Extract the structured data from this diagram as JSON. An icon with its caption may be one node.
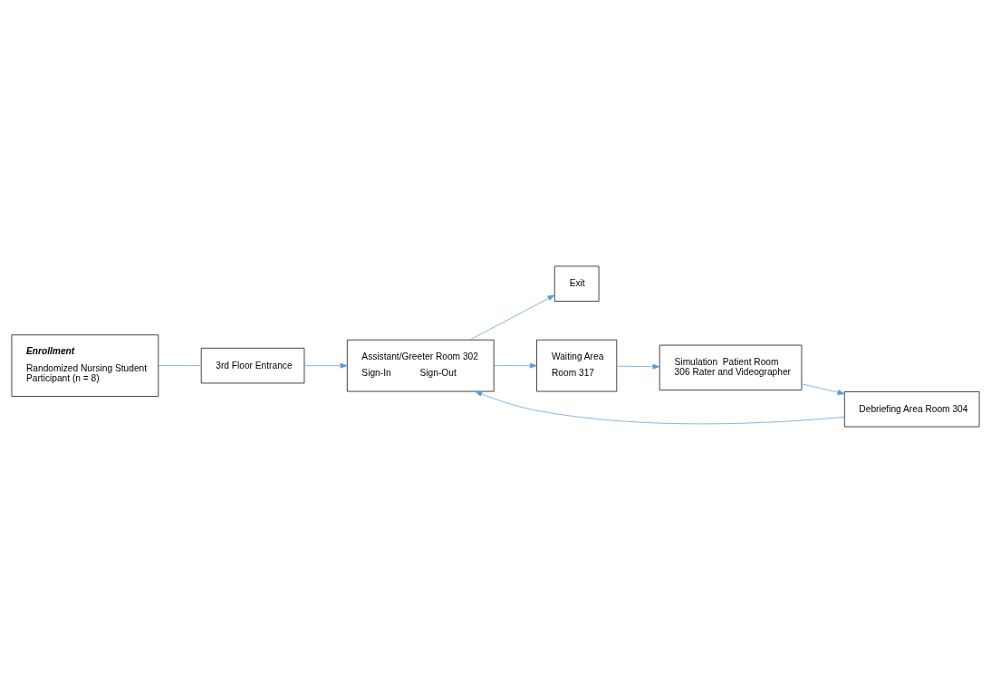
{
  "diagram": {
    "nodes": [
      {
        "text": [
          "Enrollment",
          "Randomized Nursing Student Participant (n = 8)"
        ]
      },
      {
        "text": [
          "3rd Floor Entrance"
        ]
      },
      {
        "text": [
          "Assistant/Greeter Room 302",
          "Sign-In",
          "Sign-Out"
        ]
      },
      {
        "text": [
          "Exit"
        ]
      },
      {
        "text": [
          "Debriefing Area Room 304"
        ]
      },
      {
        "text": [
          "Simulation  Patient Room 306 Rater and Videographer"
        ]
      },
      {
        "text": [
          "Waiting Area",
          "Room 317"
        ]
      }
    ],
    "edges": [
      {
        "from": 0,
        "to": 1,
        "arrow": "none"
      },
      {
        "from": 1,
        "to": 2,
        "arrow": "to"
      },
      {
        "from": 2,
        "to": 3,
        "arrow": "to"
      },
      {
        "from": 2,
        "to": 6,
        "arrow": "to"
      },
      {
        "from": 6,
        "to": 5,
        "arrow": "to"
      },
      {
        "from": 5,
        "to": 4,
        "arrow": "to"
      },
      {
        "from": 4,
        "to": 2,
        "arrow": "to"
      }
    ]
  }
}
